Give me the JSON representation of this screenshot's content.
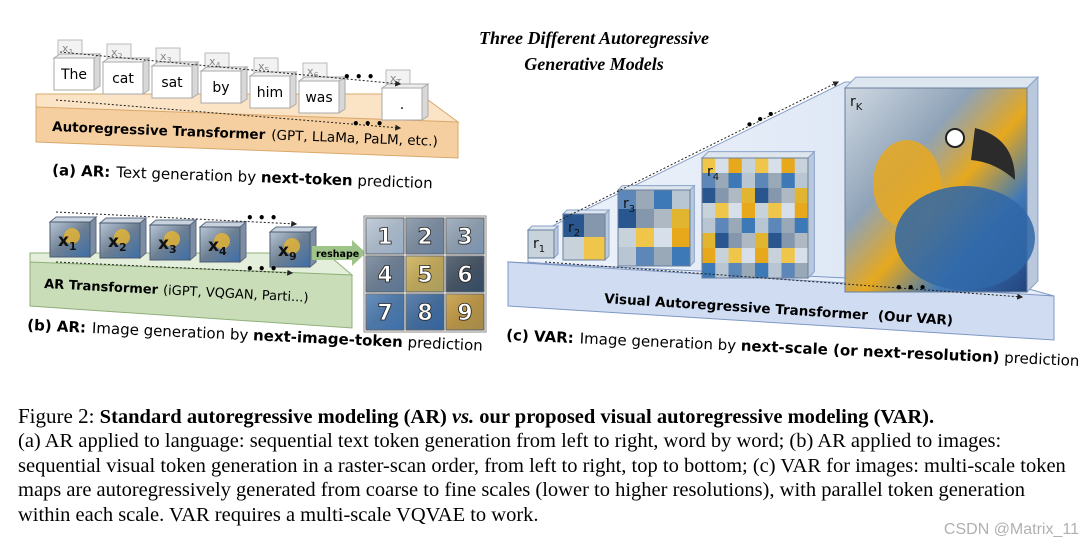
{
  "figure": {
    "title_line1": "Three  Different  Autoregressive",
    "title_line2": "Generative  Models",
    "ar_text": {
      "tokens": [
        "The",
        "cat",
        "sat",
        "by",
        "him",
        "was",
        "."
      ],
      "token_vars": [
        "x",
        "x",
        "x",
        "x",
        "x",
        "x",
        "x"
      ],
      "token_subs": [
        "1",
        "2",
        "3",
        "4",
        "5",
        "6",
        "T"
      ],
      "dots": "• • •",
      "model_bold": "Autoregressive Transformer",
      "model_rest": "(GPT, LLaMa, PaLM, etc.)",
      "label_prefix": "(a) AR:",
      "label_mid": "Text generation by ",
      "label_bold": "next-token",
      "label_end": " prediction",
      "colors": {
        "platform_top": "#fbe3c6",
        "platform_front": "#f6cfa0",
        "platform_edge": "#d9a86a"
      }
    },
    "ar_image": {
      "tokens_var": [
        "x",
        "x",
        "x",
        "x",
        "x"
      ],
      "tokens_sub": [
        "1",
        "2",
        "3",
        "4",
        "9"
      ],
      "dots": "• • •",
      "reshape": "reshape",
      "grid_numbers": [
        "1",
        "2",
        "3",
        "4",
        "5",
        "6",
        "7",
        "8",
        "9"
      ],
      "model_bold": "AR Transformer",
      "model_rest": "(iGPT, VQGAN, Parti...)",
      "label_prefix": "(b) AR:",
      "label_mid": "Image generation by ",
      "label_bold": "next-image-token",
      "label_end": " prediction",
      "colors": {
        "platform_top": "#e3eedb",
        "platform_front": "#c9ddb8",
        "platform_edge": "#8fb07a",
        "arrow": "#9fc48a"
      }
    },
    "var": {
      "scale_vars": [
        "r",
        "r",
        "r",
        "r",
        "r"
      ],
      "scale_subs": [
        "1",
        "2",
        "3",
        "4",
        "K"
      ],
      "dots": "• • •",
      "model_bold": "Visual Autoregressive Transformer",
      "model_rest": "(Our VAR)",
      "label_prefix": "(c) VAR:",
      "label_mid": "Image generation by ",
      "label_bold": "next-scale (or next-resolution)",
      "label_end": " prediction",
      "colors": {
        "platform_top": "#e6eefa",
        "platform_front": "#cfdcf2",
        "platform_edge": "#7f98c4"
      }
    }
  },
  "caption": {
    "fig_label": "Figure 2: ",
    "title_a": "Standard autoregressive modeling (AR) ",
    "title_vs": "vs.",
    "title_b": " our proposed visual autoregressive modeling (VAR).",
    "body": "(a) AR applied to language: sequential text token generation from left to right, word by word; (b) AR applied to images: sequential visual token generation in a raster-scan order, from left to right, top to bottom; (c) VAR for images: multi-scale token maps are autoregressively generated from coarse to fine scales (lower to higher resolutions), with parallel token generation within each scale. VAR requires a multi-scale VQVAE to work."
  },
  "watermark": "CSDN @Matrix_11"
}
